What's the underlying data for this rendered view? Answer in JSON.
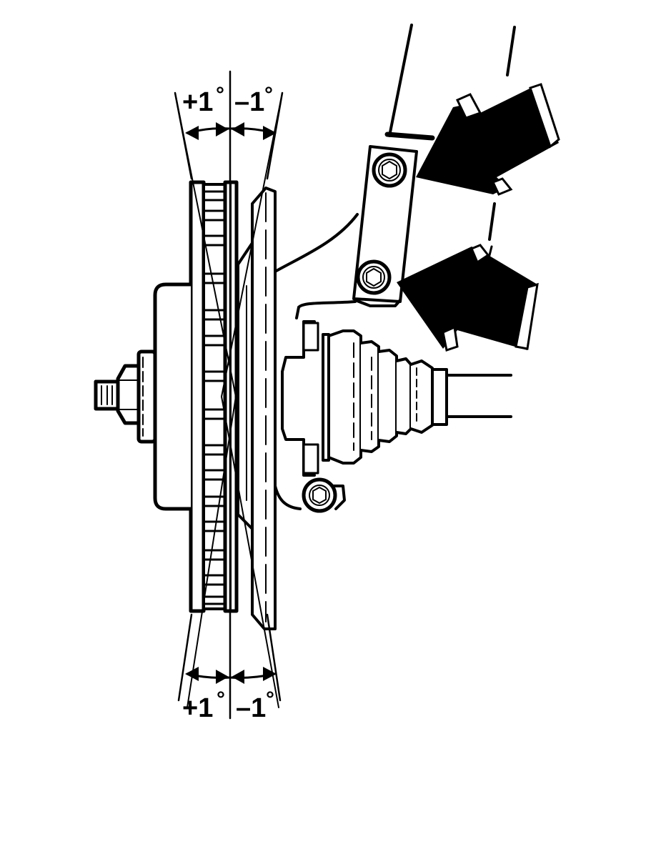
{
  "diagram": {
    "subject": "wheel hub and brake disc camber adjustment",
    "colors": {
      "ink": "#000000",
      "paper": "#ffffff"
    },
    "angle_labels": {
      "top": {
        "positive": "+1",
        "negative": "–1",
        "unit": "°"
      },
      "bottom": {
        "positive": "+1",
        "negative": "–1",
        "unit": "°"
      }
    },
    "callouts": [
      {
        "id": "upper-arrow",
        "target": "upper-strut-bolt",
        "icon": "solid-arrow-icon"
      },
      {
        "id": "lower-arrow",
        "target": "lower-strut-bolt",
        "icon": "solid-arrow-icon"
      }
    ]
  }
}
